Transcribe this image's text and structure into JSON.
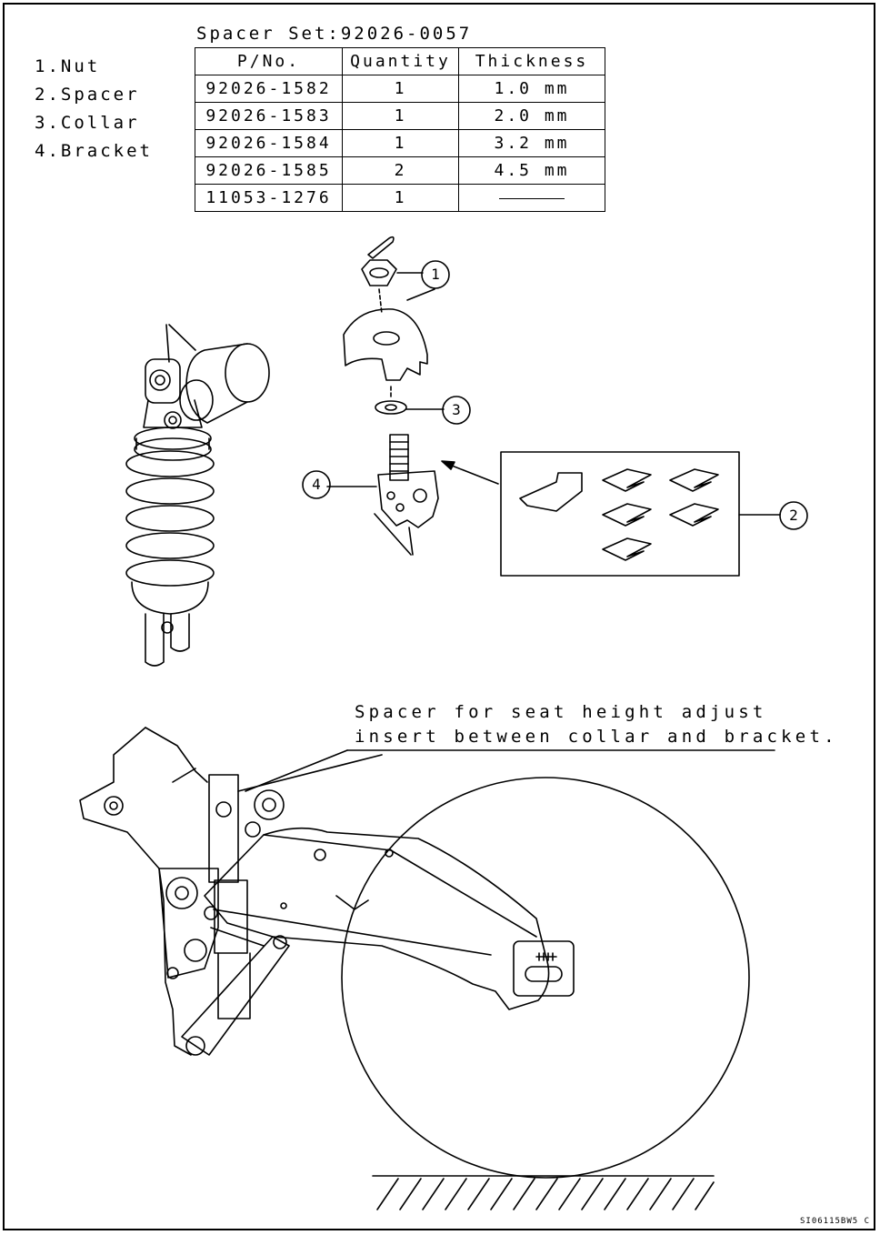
{
  "legend": [
    "1.Nut",
    "2.Spacer",
    "3.Collar",
    "4.Bracket"
  ],
  "set_title": "Spacer Set:92026-0057",
  "table": {
    "headers": [
      "P/No.",
      "Quantity",
      "Thickness"
    ],
    "rows": [
      [
        "92026-1582",
        "1",
        "1.0 mm"
      ],
      [
        "92026-1583",
        "1",
        "2.0 mm"
      ],
      [
        "92026-1584",
        "1",
        "3.2 mm"
      ],
      [
        "92026-1585",
        "2",
        "4.5 mm"
      ],
      [
        "11053-1276",
        "1",
        ""
      ]
    ]
  },
  "callouts": [
    "1",
    "2",
    "3",
    "4"
  ],
  "note": [
    "Spacer for seat height adjust",
    "insert between collar and bracket."
  ],
  "code": "SI06115BW5 C"
}
